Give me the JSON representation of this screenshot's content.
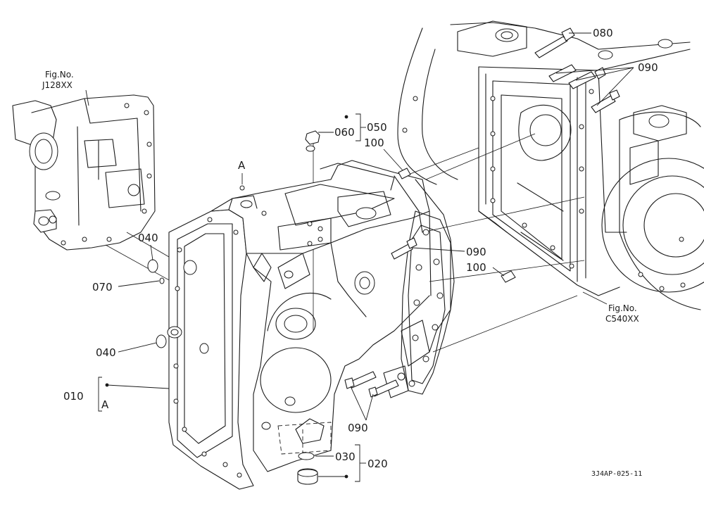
{
  "callouts": {
    "c080": "080",
    "c090_top": "090",
    "c050": "050",
    "c060": "060",
    "c100_top": "100",
    "c040_top": "040",
    "c070": "070",
    "c040_mid": "040",
    "c010": "010",
    "c010_ref": "A",
    "c090_mid": "090",
    "c100_mid": "100",
    "c090_bottom": "090",
    "c030": "030",
    "c020": "020",
    "ref_a": "A"
  },
  "figure_refs": {
    "left_fig_label": "Fig.No.",
    "left_fig_number": "J128XX",
    "right_fig_label": "Fig.No.",
    "right_fig_number": "C540XX"
  },
  "drawing_code": "3J4AP-025-11"
}
